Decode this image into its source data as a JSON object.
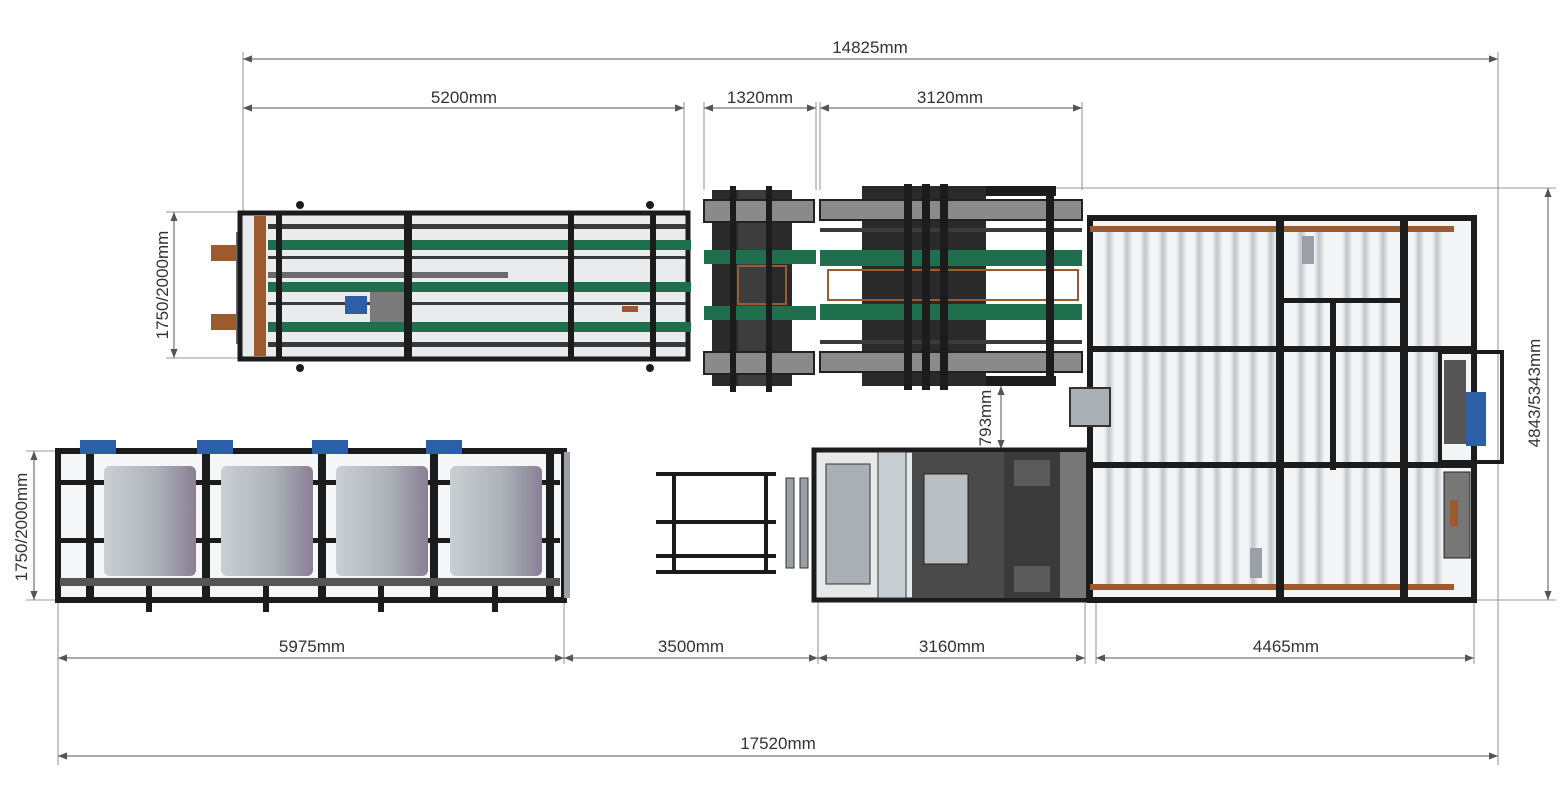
{
  "dimensions": {
    "top_total": "14825mm",
    "bottom_total": "17520mm",
    "seg_5200": "5200mm",
    "seg_1320": "1320mm",
    "seg_3120": "3120mm",
    "seg_5975": "5975mm",
    "seg_3500": "3500mm",
    "seg_3160": "3160mm",
    "seg_4465": "4465mm",
    "left_upper_height": "1750/2000mm",
    "left_lower_height": "1750/2000mm",
    "right_height": "4843/5343mm",
    "gap_793": "793mm"
  },
  "colors": {
    "frame": "#1c1c1c",
    "belt": "#1f6e4e",
    "copper": "#9c5a2e",
    "motor": "#2c5fa8",
    "roll": "#b8bec4"
  }
}
